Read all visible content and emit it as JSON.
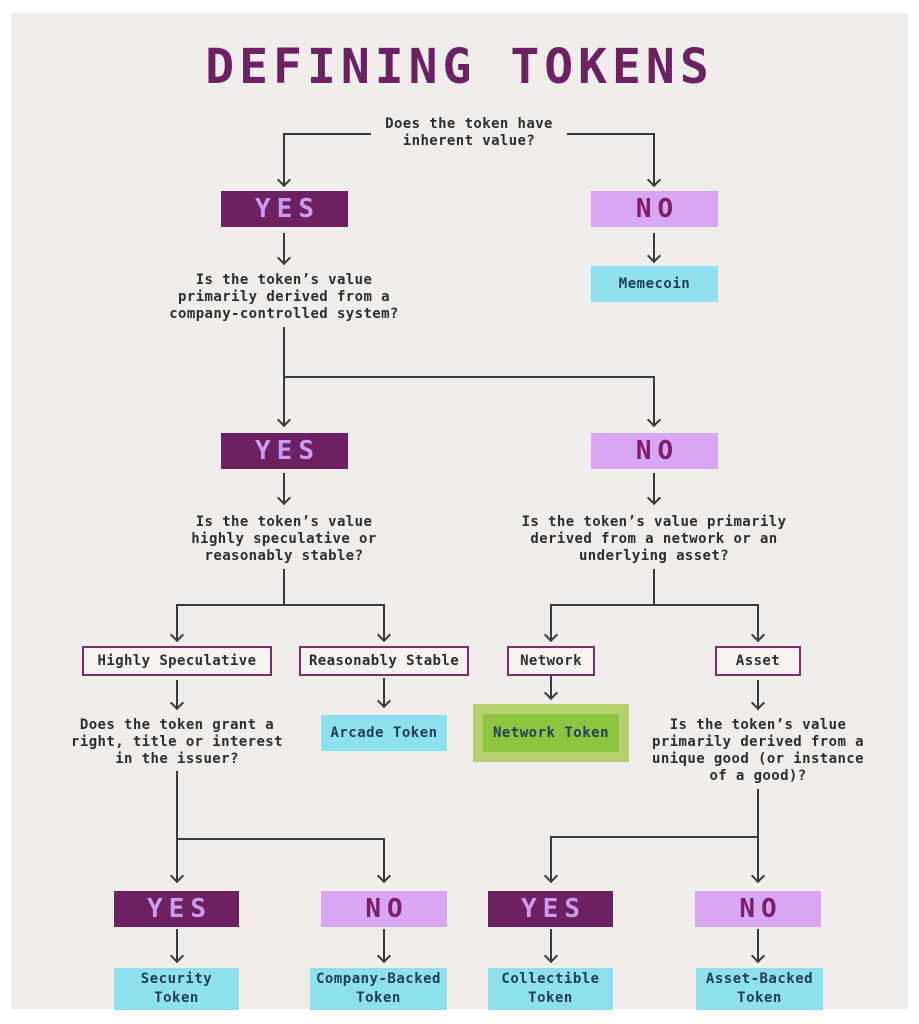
{
  "title": "DEFINING TOKENS",
  "flow": {
    "yes": "YES",
    "no": "NO",
    "q_inherent": "Does the token have\ninherent value?",
    "memecoin": "Memecoin",
    "q_company": "Is the token’s value\nprimarily derived from a\ncompany-controlled system?",
    "q_speculative": "Is the token’s value\nhighly speculative or\nreasonably stable?",
    "q_network_asset": "Is the token’s value primarily\nderived from a network or an\nunderlying asset?",
    "highly_speculative": "Highly Speculative",
    "reasonably_stable": "Reasonably Stable",
    "network": "Network",
    "asset": "Asset",
    "q_right_title": "Does the token grant a\nright, title or interest\nin the issuer?",
    "arcade_token": "Arcade Token",
    "network_token": "Network Token",
    "q_unique_good": "Is the token’s value\nprimarily derived from a\nunique good (or instance\nof a good)?",
    "security_token": "Security\nToken",
    "company_backed_token": "Company-Backed\nToken",
    "collectible_token": "Collectible\nToken",
    "asset_backed_token": "Asset-Backed\nToken"
  },
  "colors": {
    "background": "#efeeed",
    "purple_dark": "#6b2162",
    "purple_light": "#d9a6f4",
    "lavender_text": "#cb9df0",
    "cyan": "#8fe0ee",
    "cyan_text": "#1f3d55",
    "green_outer": "#b5d26e",
    "green_inner": "#8dc440",
    "line": "#3a3a3a"
  }
}
